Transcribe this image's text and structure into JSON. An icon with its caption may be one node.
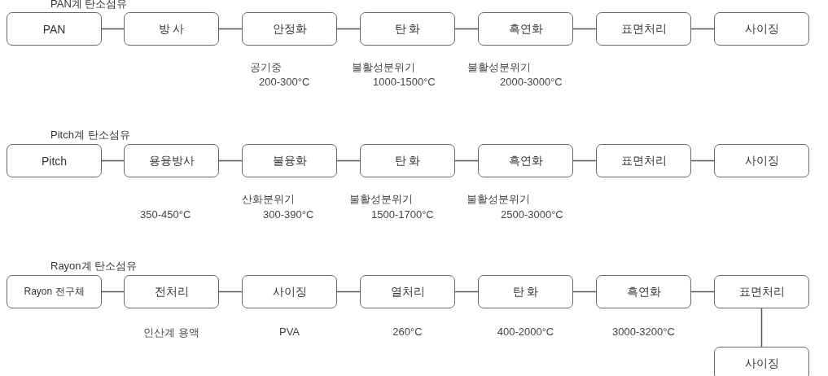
{
  "diagram": {
    "nodes": [
      {
        "text": [
          "PAN"
        ]
      },
      {
        "text": [
          "방 사"
        ]
      },
      {
        "text": [
          "안정화"
        ],
        "beside": [
          "공기중",
          "200-300°C"
        ]
      },
      {
        "text": [
          "탄 화"
        ],
        "beside": [
          "불활성분위기",
          "1000-1500°C"
        ]
      },
      {
        "text": [
          "흑연화"
        ],
        "beside": [
          "불활성분위기",
          "2000-3000°C"
        ]
      },
      {
        "text": [
          "표면처리"
        ]
      },
      {
        "text": [
          "사이징"
        ]
      },
      {
        "text": [
          "Pitch"
        ]
      },
      {
        "text": [
          "용융방사"
        ],
        "beside": [
          "350-450°C"
        ]
      },
      {
        "text": [
          "불융화"
        ],
        "beside": [
          "산화분위기",
          "300-390°C"
        ]
      },
      {
        "text": [
          "탄 화"
        ],
        "beside": [
          "불활성분위기",
          "1500-1700°C"
        ]
      },
      {
        "text": [
          "흑연화"
        ],
        "beside": [
          "불활성분위기",
          "2500-3000°C"
        ]
      },
      {
        "text": [
          "표면처리"
        ]
      },
      {
        "text": [
          "사이징"
        ]
      },
      {
        "text": [
          "Rayon 전구체"
        ]
      },
      {
        "text": [
          "전처리"
        ],
        "beside": [
          "인산계 용액"
        ]
      },
      {
        "text": [
          "사이징"
        ],
        "beside": [
          "PVA"
        ]
      },
      {
        "text": [
          "열처리"
        ],
        "beside": [
          "260°C"
        ]
      },
      {
        "text": [
          "탄 화"
        ],
        "beside": [
          "400-2000°C"
        ]
      },
      {
        "text": [
          "흑연화"
        ],
        "beside": [
          "3000-3200°C"
        ]
      },
      {
        "text": [
          "표면처리"
        ]
      },
      {
        "text": [
          "사이징"
        ]
      }
    ],
    "edges": [
      {
        "from": 0,
        "to": 1,
        "arrow": "none"
      },
      {
        "from": 1,
        "to": 2,
        "arrow": "none"
      },
      {
        "from": 2,
        "to": 3,
        "arrow": "none"
      },
      {
        "from": 3,
        "to": 4,
        "arrow": "none"
      },
      {
        "from": 4,
        "to": 5,
        "arrow": "none"
      },
      {
        "from": 5,
        "to": 6,
        "arrow": "none"
      },
      {
        "from": 7,
        "to": 8,
        "arrow": "none"
      },
      {
        "from": 8,
        "to": 9,
        "arrow": "none"
      },
      {
        "from": 9,
        "to": 10,
        "arrow": "none"
      },
      {
        "from": 10,
        "to": 11,
        "arrow": "none"
      },
      {
        "from": 11,
        "to": 12,
        "arrow": "none"
      },
      {
        "from": 12,
        "to": 13,
        "arrow": "none"
      },
      {
        "from": 14,
        "to": 15,
        "arrow": "none"
      },
      {
        "from": 15,
        "to": 16,
        "arrow": "none"
      },
      {
        "from": 16,
        "to": 17,
        "arrow": "none"
      },
      {
        "from": 17,
        "to": 18,
        "arrow": "none"
      },
      {
        "from": 18,
        "to": 19,
        "arrow": "none"
      },
      {
        "from": 19,
        "to": 20,
        "arrow": "none"
      },
      {
        "from": 20,
        "to": 21,
        "arrow": "none"
      }
    ],
    "labels": [
      "PAN계 탄소섬유",
      "Pitch계 탄소섬유",
      "Rayon계 탄소섬유"
    ]
  }
}
